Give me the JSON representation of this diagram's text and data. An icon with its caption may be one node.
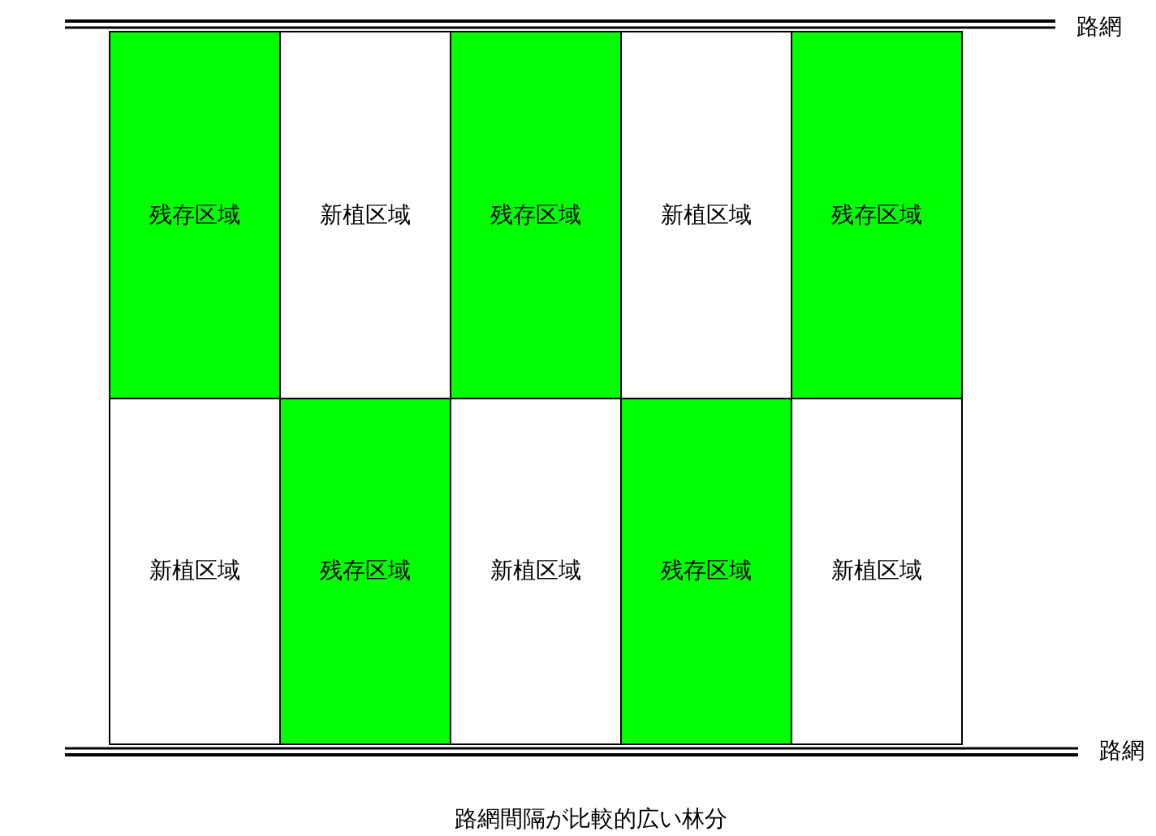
{
  "diagram": {
    "caption": "路網間隔が比較的広い林分",
    "nodes": [
      {
        "text": [
          "残存区域"
        ]
      },
      {
        "text": [
          "新植区域"
        ]
      },
      {
        "text": [
          "残存区域"
        ]
      },
      {
        "text": [
          "新植区域"
        ]
      },
      {
        "text": [
          "残存区域"
        ]
      },
      {
        "text": [
          "新植区域"
        ]
      },
      {
        "text": [
          "残存区域"
        ]
      },
      {
        "text": [
          "新植区域"
        ]
      },
      {
        "text": [
          "残存区域"
        ]
      },
      {
        "text": [
          "新植区域"
        ]
      }
    ],
    "labels": [
      "路網",
      "路網"
    ]
  }
}
